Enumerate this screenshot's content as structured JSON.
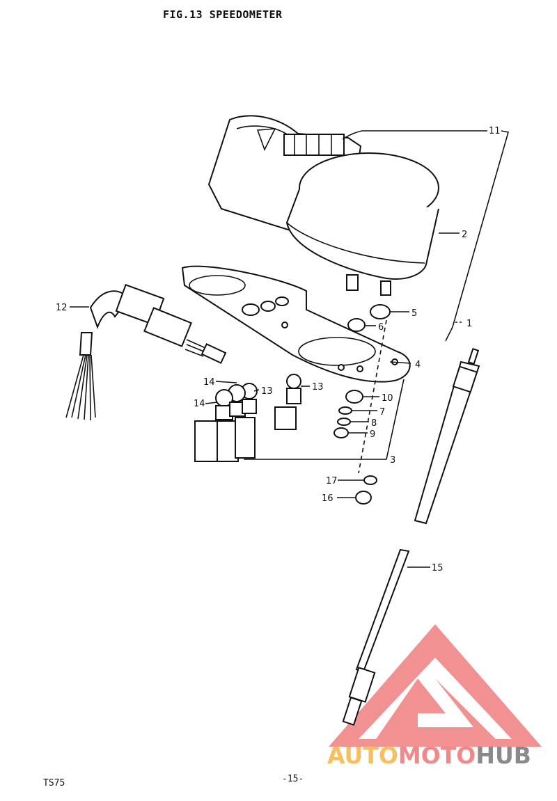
{
  "title": "FIG.13  SPEEDOMETER",
  "footer": {
    "model": "TS75",
    "page": "-15-"
  },
  "callouts": [
    "1",
    "2",
    "3",
    "4",
    "5",
    "6",
    "7",
    "8",
    "9",
    "10",
    "11",
    "12",
    "13",
    "13",
    "14",
    "14",
    "15",
    "16",
    "17"
  ],
  "watermark": {
    "part1": "AUTO",
    "part2": "MOTO",
    "part3": "HUB",
    "colors": {
      "auto": "#f7bf5f",
      "moto": "#f08a8a",
      "hub": "#8a8a8a",
      "logo": "#ee7e7e"
    }
  }
}
